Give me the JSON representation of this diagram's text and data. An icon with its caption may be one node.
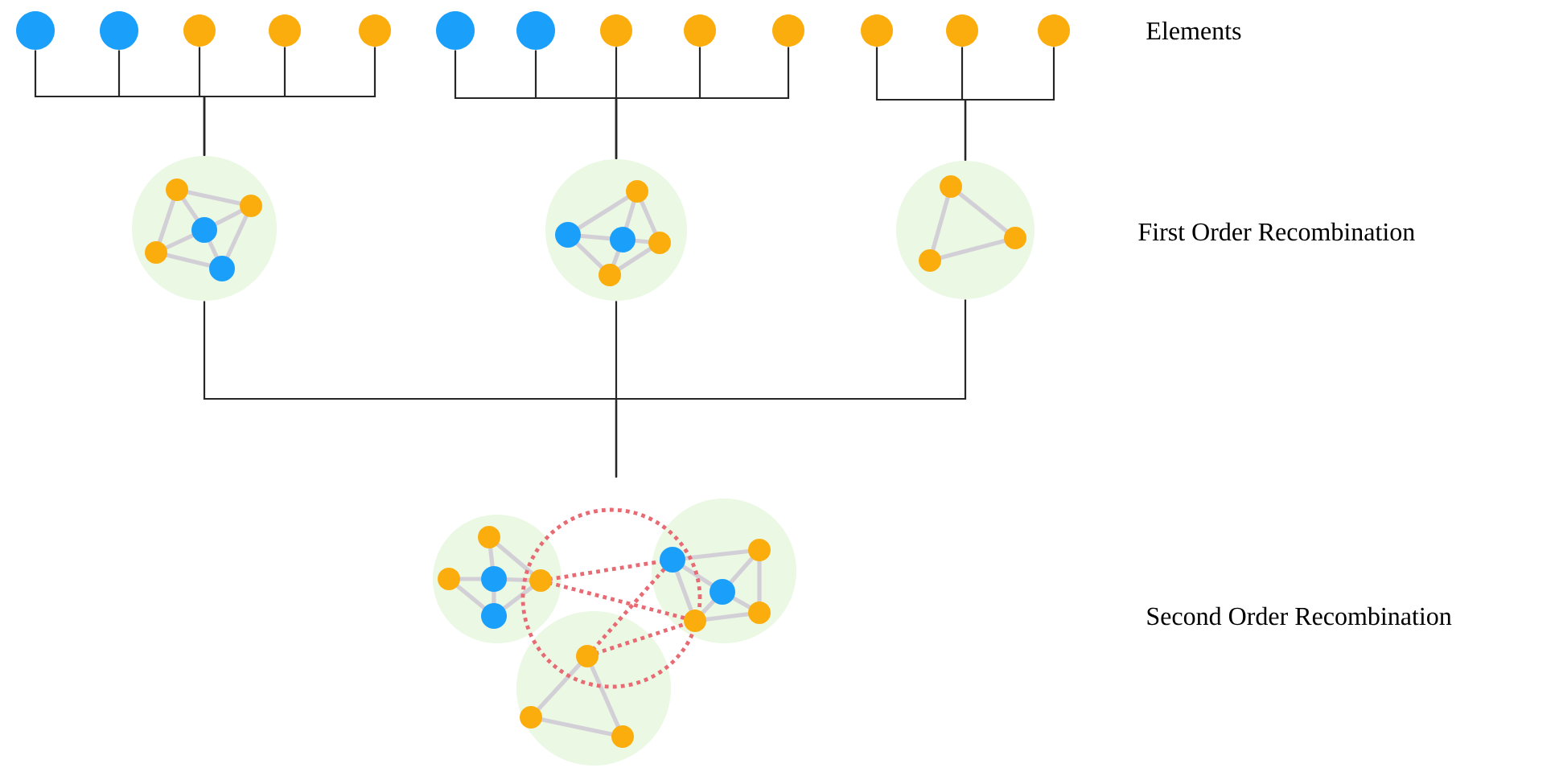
{
  "diagram": {
    "nodes": [
      {
        "text": [],
        "shape": "circle"
      },
      {
        "text": [],
        "shape": "circle"
      },
      {
        "text": [],
        "shape": "circle"
      },
      {
        "text": [],
        "shape": "circle"
      },
      {
        "text": [],
        "shape": "circle"
      },
      {
        "text": [],
        "shape": "circle"
      },
      {
        "text": [],
        "shape": "circle"
      },
      {
        "text": [],
        "shape": "circle"
      },
      {
        "text": [],
        "shape": "circle"
      },
      {
        "text": [],
        "shape": "circle"
      },
      {
        "text": [],
        "shape": "circle"
      },
      {
        "text": [],
        "shape": "circle"
      },
      {
        "text": [],
        "shape": "circle"
      },
      {
        "text": [],
        "shape": "circle"
      },
      {
        "text": [],
        "shape": "circle"
      },
      {
        "text": [],
        "shape": "circle"
      },
      {
        "text": [],
        "shape": "circle"
      }
    ],
    "edges": [
      {
        "from": 0,
        "to": 13,
        "arrow": "none"
      },
      {
        "from": 1,
        "to": 13,
        "arrow": "none"
      },
      {
        "from": 2,
        "to": 13,
        "arrow": "none"
      },
      {
        "from": 3,
        "to": 13,
        "arrow": "none"
      },
      {
        "from": 4,
        "to": 13,
        "arrow": "none"
      },
      {
        "from": 5,
        "to": 14,
        "arrow": "none"
      },
      {
        "from": 6,
        "to": 14,
        "arrow": "none"
      },
      {
        "from": 7,
        "to": 14,
        "arrow": "none"
      },
      {
        "from": 8,
        "to": 14,
        "arrow": "none"
      },
      {
        "from": 9,
        "to": 14,
        "arrow": "none"
      },
      {
        "from": 10,
        "to": 15,
        "arrow": "none"
      },
      {
        "from": 11,
        "to": 15,
        "arrow": "none"
      },
      {
        "from": 12,
        "to": 15,
        "arrow": "none"
      },
      {
        "from": 13,
        "to": 16,
        "arrow": "none"
      },
      {
        "from": 14,
        "to": 16,
        "arrow": "none"
      },
      {
        "from": 15,
        "to": 16,
        "arrow": "none"
      }
    ],
    "labels": [
      "Elements",
      "First Order Recombination",
      "Second Order Recombination"
    ]
  }
}
